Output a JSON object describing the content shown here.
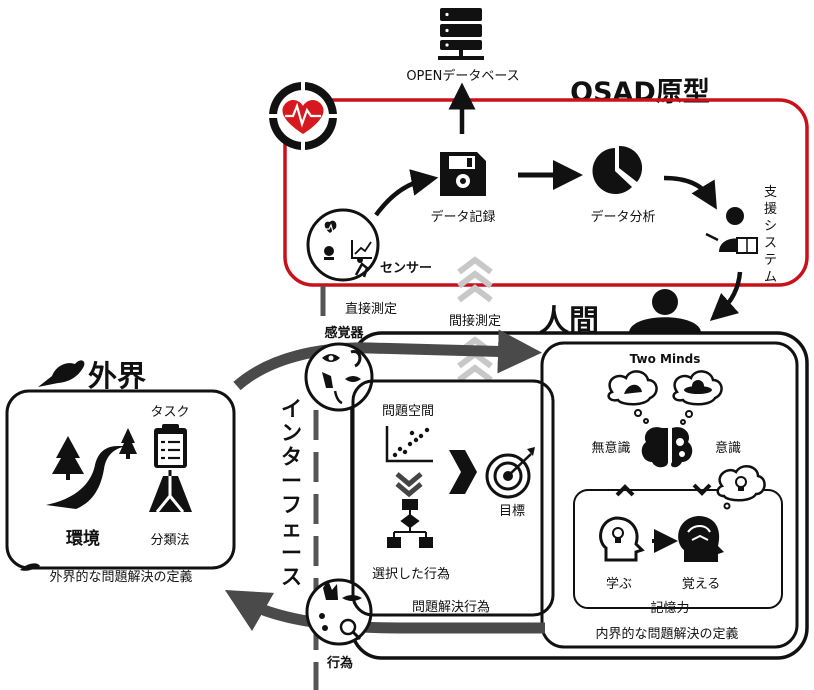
{
  "osad": {
    "title": "OSAD原型",
    "open_db": "OPENデータベース",
    "data_record": "データ記録",
    "data_analysis": "データ分析",
    "support_system": "支援システム",
    "sensor": "センサー"
  },
  "measure": {
    "direct": "直接測定",
    "indirect": "間接測定"
  },
  "interface": {
    "sense": "感覚器",
    "label": "インターフェース",
    "action": "行為"
  },
  "outer": {
    "title": "外界",
    "task": "タスク",
    "environment": "環境",
    "taxonomy": "分類法",
    "definition": "外界的な問題解決の定義"
  },
  "human": {
    "title": "人間",
    "two_minds": "Two Minds",
    "unconscious": "無意識",
    "conscious": "意識",
    "learn": "学ぶ",
    "remember": "覚える",
    "memory": "記憶力",
    "inner_definition": "内界的な問題解決の定義"
  },
  "problem": {
    "space": "問題空間",
    "goal": "目標",
    "chosen_action": "選択した行為",
    "solving_action": "問題解決行為"
  },
  "colors": {
    "osad_border": "#c8111b",
    "heart": "#d7191f",
    "arrow_gray": "#4a4a4a",
    "chevron_gray": "#c8c8c8"
  }
}
